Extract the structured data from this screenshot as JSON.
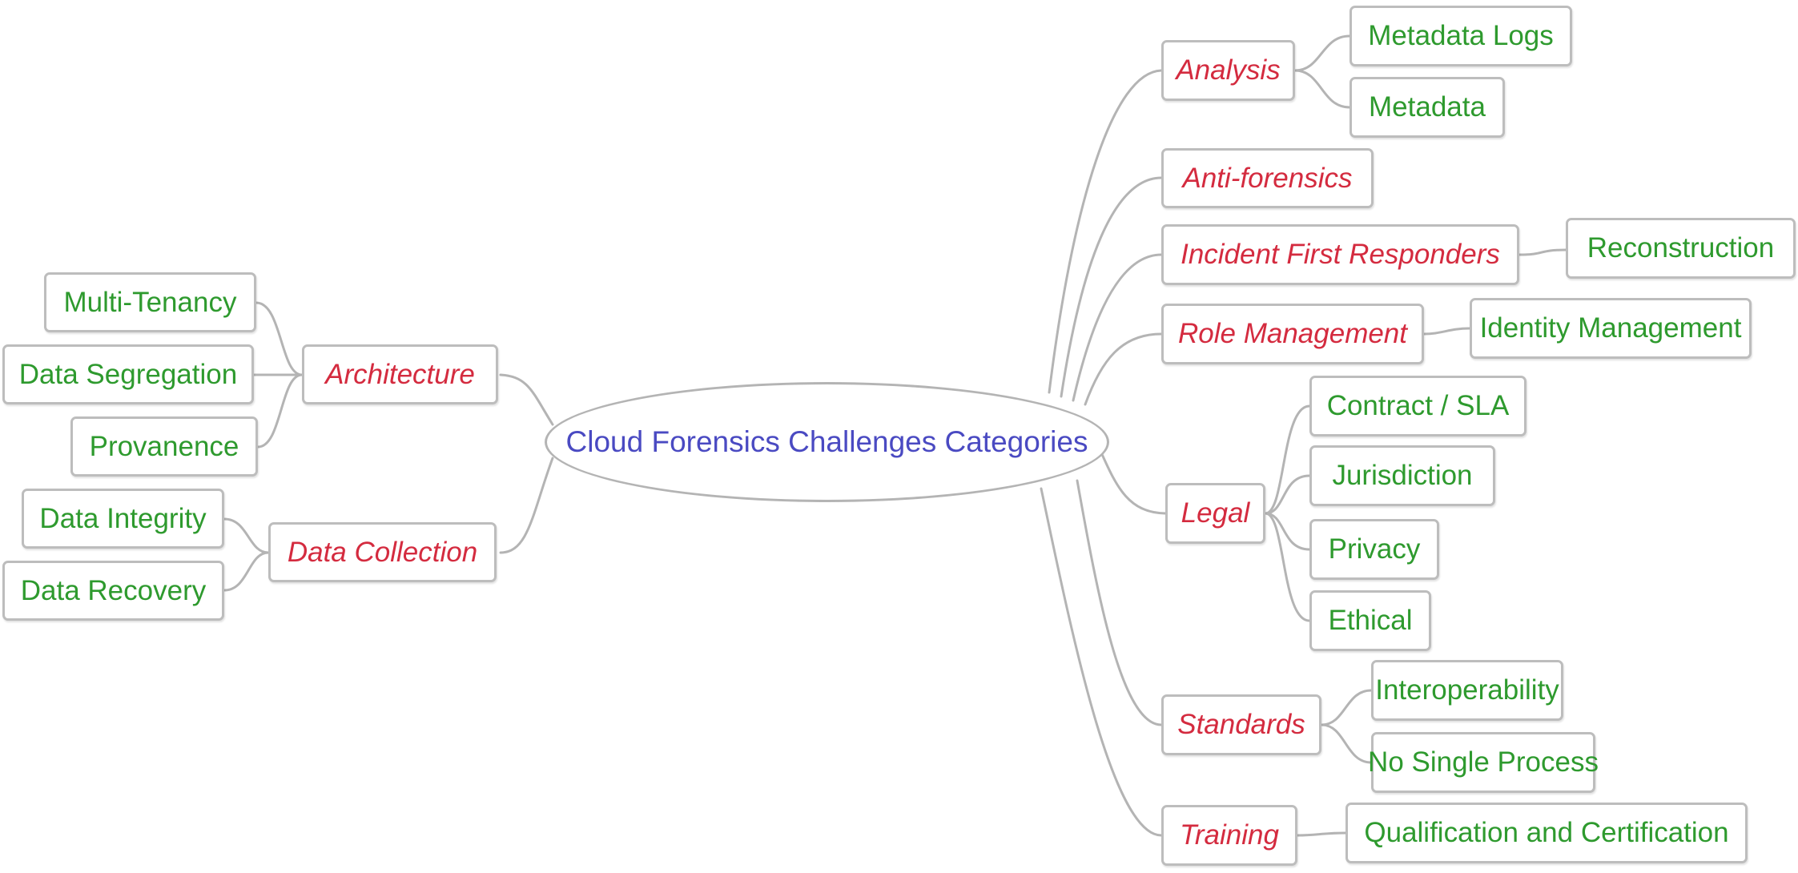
{
  "root": {
    "label": "Cloud Forensics Challenges Categories"
  },
  "categories": {
    "architecture": {
      "label": "Architecture",
      "leaves": [
        "Multi-Tenancy",
        "Data Segregation",
        "Provanence"
      ]
    },
    "data_collection": {
      "label": "Data Collection",
      "leaves": [
        "Data Integrity",
        "Data Recovery"
      ]
    },
    "analysis": {
      "label": "Analysis",
      "leaves": [
        "Metadata Logs",
        "Metadata"
      ]
    },
    "anti_forensics": {
      "label": "Anti-forensics",
      "leaves": []
    },
    "incident_first_responders": {
      "label": "Incident First Responders",
      "leaves": [
        "Reconstruction"
      ]
    },
    "role_management": {
      "label": "Role Management",
      "leaves": [
        "Identity Management"
      ]
    },
    "legal": {
      "label": "Legal",
      "leaves": [
        "Contract / SLA",
        "Jurisdiction",
        "Privacy",
        "Ethical"
      ]
    },
    "standards": {
      "label": "Standards",
      "leaves": [
        "Interoperability",
        "No Single Process"
      ]
    },
    "training": {
      "label": "Training",
      "leaves": [
        "Qualification and Certification"
      ]
    }
  },
  "colors": {
    "root_text": "#4a4ac2",
    "category_text": "#d42b3f",
    "leaf_text": "#2e9a2e",
    "connector": "#b4b4b4"
  }
}
